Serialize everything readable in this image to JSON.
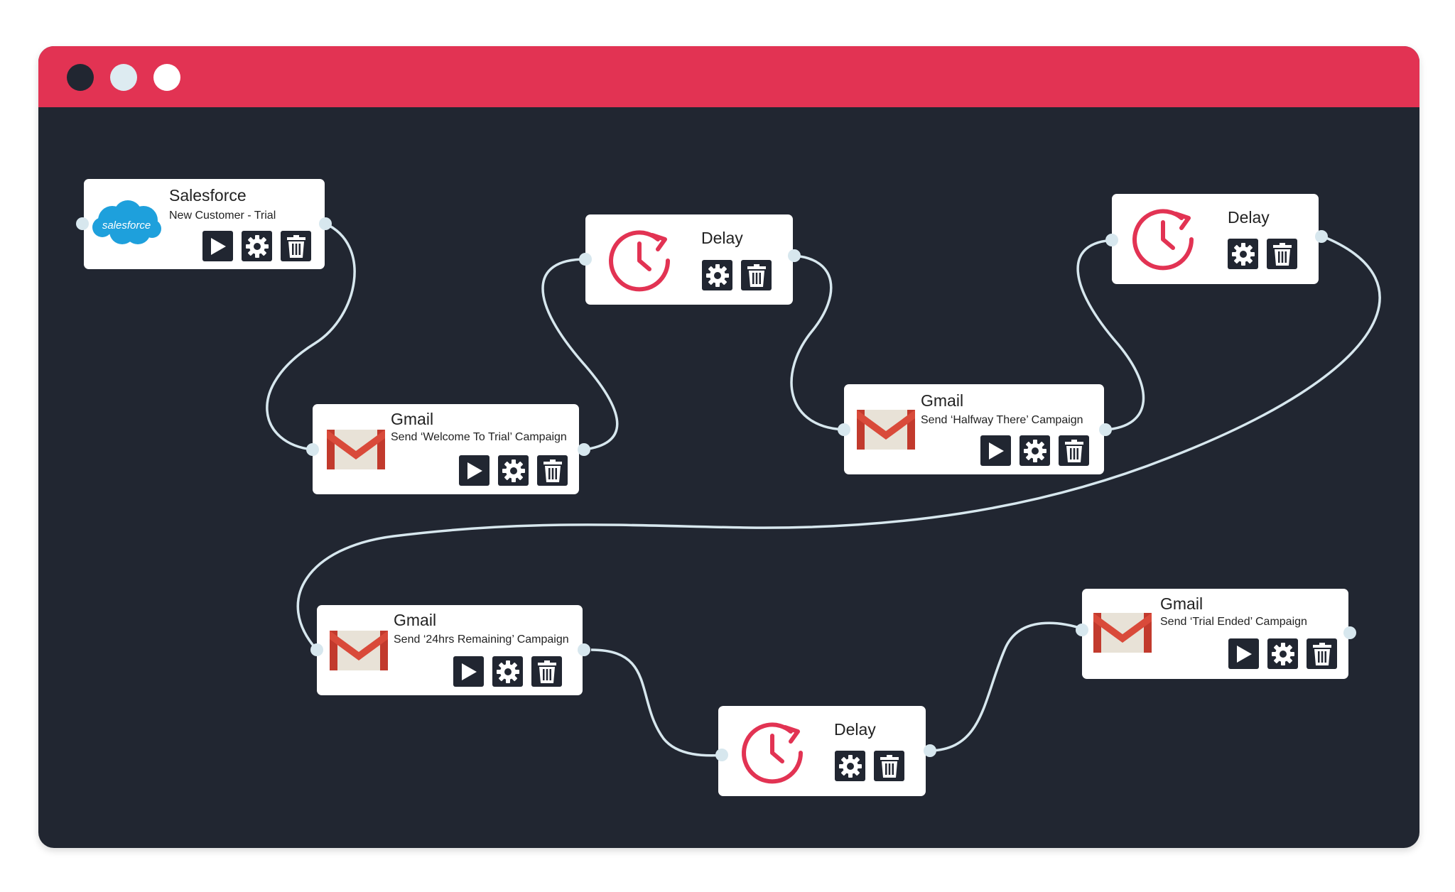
{
  "window": {
    "colors": {
      "titlebar": "#e23353",
      "canvas": "#212631",
      "accent": "#e23353",
      "wire": "#d7e7ee"
    },
    "controls": [
      "close-dot",
      "minimize-dot",
      "maximize-dot"
    ]
  },
  "nodes": {
    "salesforce": {
      "title": "Salesforce",
      "subtitle": "New Customer - Trial",
      "logo_text": "salesforce",
      "icon": "salesforce-cloud-icon"
    },
    "gmail_welcome": {
      "title": "Gmail",
      "subtitle": "Send ‘Welcome To Trial’ Campaign",
      "icon": "gmail-icon"
    },
    "delay_1": {
      "title": "Delay",
      "icon": "clock-icon"
    },
    "gmail_halfway": {
      "title": "Gmail",
      "subtitle": "Send ‘Halfway There’ Campaign",
      "icon": "gmail-icon"
    },
    "delay_2": {
      "title": "Delay",
      "icon": "clock-icon"
    },
    "gmail_24hrs": {
      "title": "Gmail",
      "subtitle": "Send ‘24hrs Remaining’ Campaign",
      "icon": "gmail-icon"
    },
    "delay_3": {
      "title": "Delay",
      "icon": "clock-icon"
    },
    "gmail_ended": {
      "title": "Gmail",
      "subtitle": "Send ‘Trial Ended’ Campaign",
      "icon": "gmail-icon"
    }
  },
  "actions": [
    "play-icon",
    "gear-icon",
    "trash-icon"
  ]
}
